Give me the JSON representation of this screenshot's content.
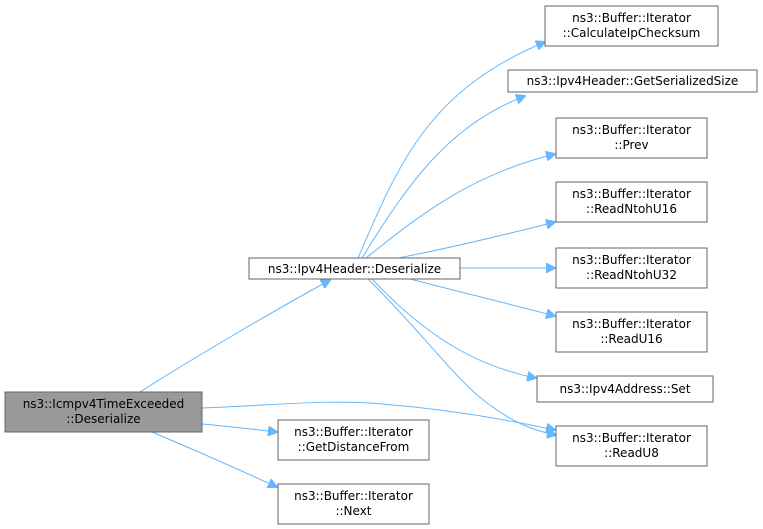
{
  "diagram": {
    "colors": {
      "edge": "#63b8ff",
      "root_fill": "#999999",
      "node_border": "#666666"
    },
    "nodes": {
      "root": {
        "line1": "ns3::Icmpv4TimeExceeded",
        "line2": "::Deserialize"
      },
      "ipv4h_deser": {
        "line1": "ns3::Ipv4Header::Deserialize"
      },
      "getdist": {
        "line1": "ns3::Buffer::Iterator",
        "line2": "::GetDistanceFrom"
      },
      "next": {
        "line1": "ns3::Buffer::Iterator",
        "line2": "::Next"
      },
      "calcip": {
        "line1": "ns3::Buffer::Iterator",
        "line2": "::CalculateIpChecksum"
      },
      "getser": {
        "line1": "ns3::Ipv4Header::GetSerializedSize"
      },
      "prev": {
        "line1": "ns3::Buffer::Iterator",
        "line2": "::Prev"
      },
      "rn16": {
        "line1": "ns3::Buffer::Iterator",
        "line2": "::ReadNtohU16"
      },
      "rn32": {
        "line1": "ns3::Buffer::Iterator",
        "line2": "::ReadNtohU32"
      },
      "ru16": {
        "line1": "ns3::Buffer::Iterator",
        "line2": "::ReadU16"
      },
      "ipset": {
        "line1": "ns3::Ipv4Address::Set"
      },
      "ru8": {
        "line1": "ns3::Buffer::Iterator",
        "line2": "::ReadU8"
      }
    }
  }
}
